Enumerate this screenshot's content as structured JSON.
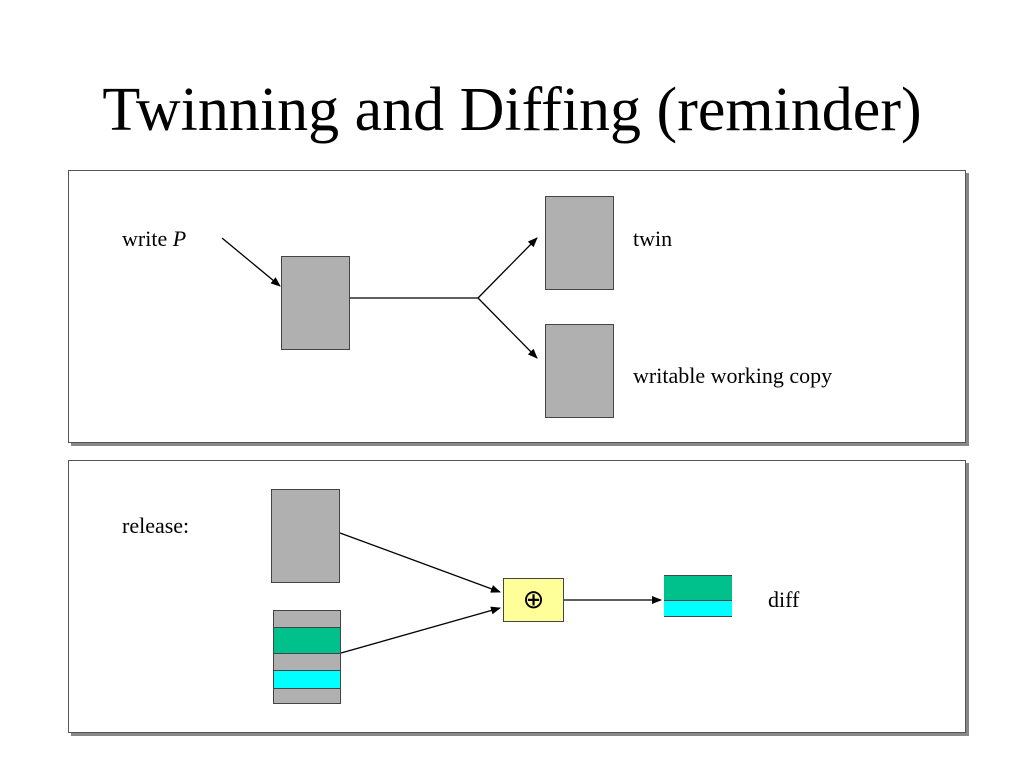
{
  "slide": {
    "title": "Twinning and Diffing (reminder)"
  },
  "top_panel": {
    "write_label": "write ",
    "write_target": "P",
    "twin_label": "twin",
    "working_copy_label": "writable working copy"
  },
  "bottom_panel": {
    "release_label": "release:",
    "operator_symbol": "⊕",
    "diff_label": "diff"
  },
  "colors": {
    "page_fill": "#b0b0b0",
    "modified_region_green": "#00c08c",
    "modified_region_cyan": "#00ffff",
    "xor_box_fill": "#ffff99"
  }
}
